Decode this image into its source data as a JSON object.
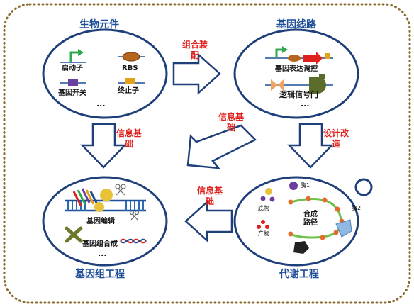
{
  "sections": {
    "parts": {
      "title": "生物元件",
      "items": [
        "启动子",
        "RBS",
        "基因开关",
        "终止子"
      ],
      "more": "..."
    },
    "circuits": {
      "title": "基因线路",
      "items": [
        "基因表达调控",
        "逻辑信号门"
      ],
      "more": "..."
    },
    "genome": {
      "title": "基因组工程",
      "items": [
        "基因编辑",
        "基因组合成"
      ],
      "more": "..."
    },
    "metabolic": {
      "title": "代谢工程",
      "items": [
        "底物",
        "产物",
        "合成路径"
      ],
      "enzymes": [
        "酶1",
        "酶2"
      ]
    }
  },
  "arrows": {
    "assemble": "组合装配",
    "info1": "信息基础",
    "info2": "信息基础",
    "design": "设计改造",
    "info3": "信息基础"
  },
  "colors": {
    "title_blue": "#1f4e99",
    "arrow_red": "#e0201c",
    "ellipse_stroke": "#1f3f7a",
    "dotted_border": "#8b6a2e"
  }
}
